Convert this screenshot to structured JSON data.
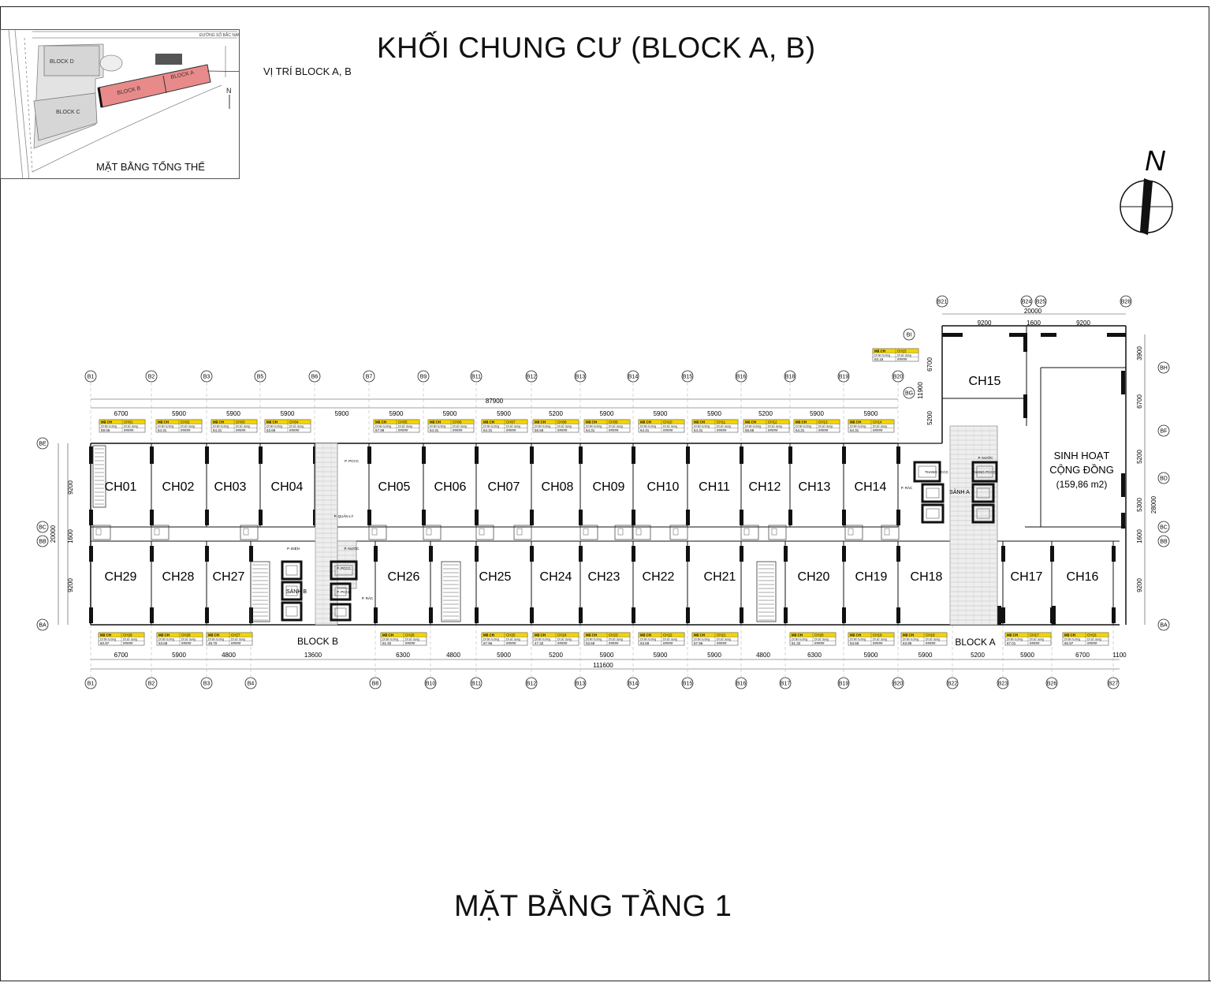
{
  "header": {
    "title": "KHỐI CHUNG CƯ (BLOCK A, B)",
    "floor_title": "MẶT BẰNG TẦNG 1"
  },
  "inset": {
    "caption": "MẶT BẰNG TỔNG THỂ",
    "locator_label": "VỊ TRÍ BLOCK A, B",
    "road_label": "ĐƯỜNG SỐ BẮC NAM",
    "blocks": {
      "a": "BLOCK A",
      "b": "BLOCK B",
      "c": "BLOCK C",
      "d": "BLOCK D"
    },
    "highlight_color": "#e98a8a",
    "north": "N"
  },
  "compass": {
    "label": "N"
  },
  "plan": {
    "top_axes": [
      "B1",
      "B2",
      "B3",
      "B5",
      "B6",
      "B7",
      "B9",
      "B11",
      "B12",
      "B13",
      "B14",
      "B15",
      "B16",
      "B18",
      "B19",
      "B20"
    ],
    "bottom_axes": [
      "B1",
      "B2",
      "B3",
      "B4",
      "B8",
      "B10",
      "B11",
      "B12",
      "B13",
      "B14",
      "B15",
      "B16",
      "B17",
      "B19",
      "B20",
      "B22",
      "B23",
      "B26",
      "B27"
    ],
    "east_top_axes": [
      "B21",
      "B24",
      "B25",
      "B28"
    ],
    "left_rows": [
      "BE",
      "BC",
      "BB",
      "BA"
    ],
    "right_rows": [
      "BH",
      "BF",
      "BD",
      "BC",
      "BB",
      "BA"
    ],
    "row_markers": [
      "BI",
      "BG"
    ],
    "top_dims": [
      "6700",
      "5900",
      "5900",
      "5900",
      "5900",
      "5900",
      "5900",
      "5900",
      "5200",
      "5900",
      "5900",
      "5900",
      "5200",
      "5900",
      "5900"
    ],
    "top_total": "87900",
    "bottom_dims": [
      "6700",
      "5900",
      "4800",
      "13600",
      "6300",
      "4800",
      "5900",
      "5200",
      "5900",
      "5900",
      "5900",
      "4800",
      "6300",
      "5900",
      "5900",
      "5200",
      "5900",
      "6700",
      "1100"
    ],
    "bottom_total": "111600",
    "east_dims": [
      "9200",
      "1600",
      "9200"
    ],
    "east_total": "20000",
    "left_dims": [
      "9200",
      "1600",
      "9200"
    ],
    "left_total": "20000",
    "right_dims": [
      "3900",
      "6700",
      "5200",
      "5300",
      "1600",
      "9200"
    ],
    "right_total": "28000",
    "vertical_marks": [
      "6700",
      "5200",
      "11900"
    ],
    "north_units": [
      "CH01",
      "CH02",
      "CH03",
      "CH04",
      "CH05",
      "CH06",
      "CH07",
      "CH08",
      "CH09",
      "CH10",
      "CH11",
      "CH12",
      "CH13",
      "CH14"
    ],
    "south_units": [
      "CH29",
      "CH28",
      "CH27",
      "CH26",
      "CH25",
      "CH24",
      "CH23",
      "CH22",
      "CH21",
      "CH20",
      "CH19",
      "CH18",
      "CH17",
      "CH16"
    ],
    "ch15": "CH15",
    "community": {
      "line1": "SINH HOẠT",
      "line2": "CỘNG ĐỒNG",
      "line3": "(159,86 m2)"
    },
    "lobby_a": "SẢNH A",
    "lobby_b": "SẢNH B",
    "block_a": "BLOCK A",
    "block_b": "BLOCK B",
    "room_labels": {
      "elec": "P. ĐIỆN",
      "water": "P. NƯỚC",
      "trash": "P. RÁC",
      "manage": "P. QUẢN LÝ",
      "pccc": "P. PCCC",
      "elevator": "THANG PCCC"
    },
    "table_labels": {
      "code": "Mã CH",
      "wall_area": "Dt tim tường",
      "use_area": "Dt sử dụng",
      "hash": "#####"
    },
    "north_areas": [
      "59.06",
      "64.31",
      "64.31",
      "63.69",
      "67.99",
      "64.31",
      "64.31",
      "56.68",
      "64.31",
      "64.31",
      "64.31",
      "56.68",
      "64.31",
      "64.31"
    ],
    "south_areas": [
      "60.97",
      "53.69",
      "49.70",
      "61.92",
      "67.96",
      "47.32",
      "53.69",
      "53.69",
      "67.96",
      "61.32",
      "53.69",
      "63.88",
      "67.01",
      "60.97"
    ],
    "ch15_area": "93.18",
    "label_color": "#f2d400"
  }
}
